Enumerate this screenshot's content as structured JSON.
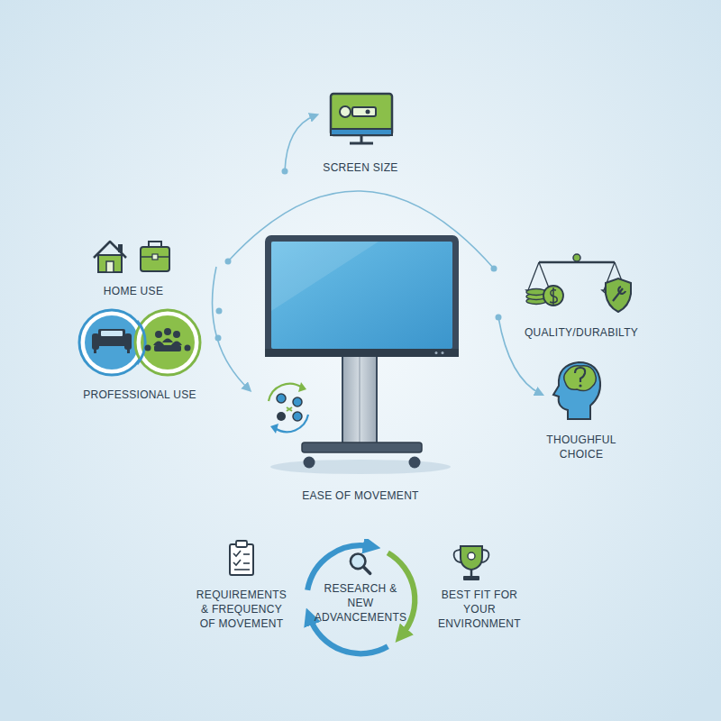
{
  "diagram": {
    "nodes": [
      {
        "text": [
          "RESEARCH & NEW ADVANCEMENTS"
        ]
      }
    ],
    "labels": [
      "SCREEN SIZE",
      "HOME USE",
      "PROFESSIONAL USE",
      "QUALITY/DURABILTY",
      "THOUGHFUL CHOICE",
      "EASE OF MOVEMENT",
      "REQUIREMENTS & FREQUENCY OF MOVEMENT",
      "BEST FIT FOR YOUR ENVIRONMENT"
    ]
  }
}
